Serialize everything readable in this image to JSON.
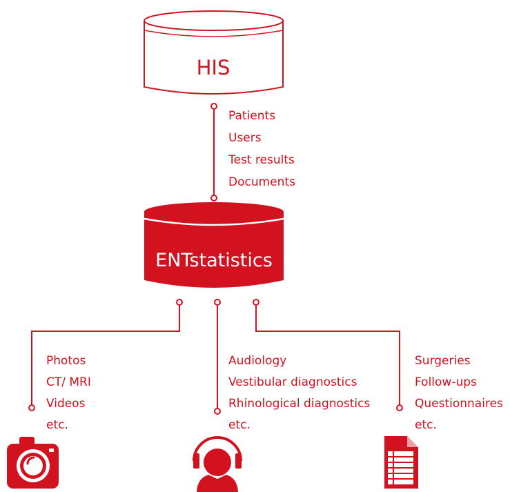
{
  "colors": {
    "accent": "#d2121f",
    "background": "#ffffff",
    "inverse_text": "#ffffff"
  },
  "nodes": {
    "his": {
      "label": "HIS"
    },
    "entstatistics": {
      "label": "ENTstatistics"
    }
  },
  "his_link": {
    "items": [
      "Patients",
      "Users",
      "Test results",
      "Documents"
    ]
  },
  "sources": [
    {
      "icon": "camera-icon",
      "items": [
        "Photos",
        "CT/ MRI",
        "Videos",
        "etc."
      ]
    },
    {
      "icon": "headset-user-icon",
      "items": [
        "Audiology",
        "Vestibular diagnostics",
        "Rhinological diagnostics",
        "etc."
      ]
    },
    {
      "icon": "document-icon",
      "items": [
        "Surgeries",
        "Follow-ups",
        "Questionnaires",
        "etc."
      ]
    }
  ]
}
